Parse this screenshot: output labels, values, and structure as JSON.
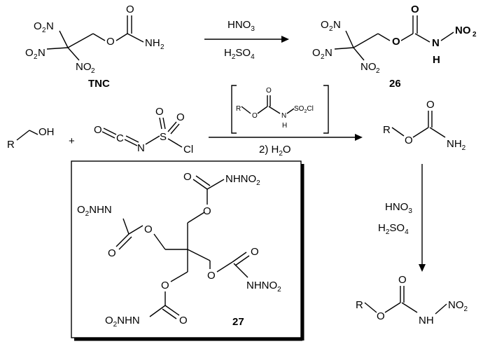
{
  "top_reaction": {
    "reactant_name": "TNC",
    "product_number": "26",
    "reagent_1": "HNO3",
    "reagent_2": "H2SO4"
  },
  "middle_reaction": {
    "alcohol_R": "R",
    "alcohol_OH": "OH",
    "plus": "+",
    "isocyanate_O": "O",
    "isocyanate_C": "C",
    "isocyanate_N": "N",
    "isocyanate_S": "S",
    "isocyanate_Cl": "Cl",
    "intermediate_R": "R",
    "intermediate_O": "O",
    "intermediate_N": "N",
    "intermediate_H": "H",
    "intermediate_SO2Cl": "SO2Cl",
    "step_2": "2) H2O",
    "product_R": "R",
    "product_NH2": "NH2"
  },
  "bottom_reaction": {
    "reagent_1": "HNO3",
    "reagent_2": "H2SO4",
    "product_R": "R",
    "product_NH": "NH",
    "product_NO2": "NO2"
  },
  "boxed_compound": {
    "number": "27",
    "group_NHNO2": "NHNO2",
    "group_O2NHN": "O2NHN"
  }
}
